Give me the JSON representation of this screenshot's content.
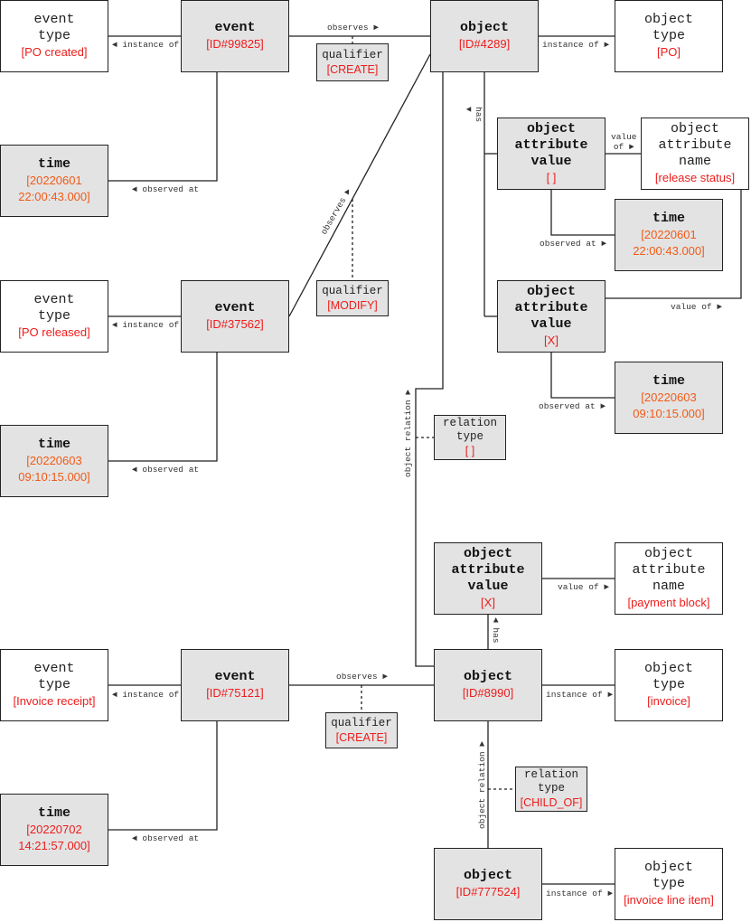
{
  "boxes": {
    "et_po_created": {
      "title": "event\ntype",
      "value": "[PO created]"
    },
    "ev_99825": {
      "title": "event",
      "value": "[ID#99825]"
    },
    "obj_4289": {
      "title": "object",
      "value": "[ID#4289]"
    },
    "ot_po": {
      "title": "object\ntype",
      "value": "[PO]"
    },
    "q_create_1": {
      "title": "qualifier",
      "value": "[CREATE]"
    },
    "time_1": {
      "title": "time",
      "value": "[20220601\n22:00:43.000]"
    },
    "oav_1": {
      "title": "object\nattribute\nvalue",
      "value": "[ ]"
    },
    "oan_release": {
      "title": "object\nattribute\nname",
      "value": "[release status]"
    },
    "time_oav_1": {
      "title": "time",
      "value": "[20220601\n22:00:43.000]"
    },
    "q_modify": {
      "title": "qualifier",
      "value": "[MODIFY]"
    },
    "et_po_released": {
      "title": "event\ntype",
      "value": "[PO released]"
    },
    "ev_37562": {
      "title": "event",
      "value": "[ID#37562]"
    },
    "oav_2": {
      "title": "object\nattribute\nvalue",
      "value": "[X]"
    },
    "time_oav_2": {
      "title": "time",
      "value": "[20220603\n09:10:15.000]"
    },
    "time_2": {
      "title": "time",
      "value": "[20220603\n09:10:15.000]"
    },
    "rt_1": {
      "title": "relation\ntype",
      "value": "[ ]"
    },
    "oav_3": {
      "title": "object\nattribute\nvalue",
      "value": "[X]"
    },
    "oan_payment": {
      "title": "object\nattribute\nname",
      "value": "[payment block]"
    },
    "et_invoice_receipt": {
      "title": "event\ntype",
      "value": "[Invoice receipt]"
    },
    "ev_75121": {
      "title": "event",
      "value": "[ID#75121]"
    },
    "obj_8990": {
      "title": "object",
      "value": "[ID#8990]"
    },
    "ot_invoice": {
      "title": "object\ntype",
      "value": "[invoice]"
    },
    "q_create_2": {
      "title": "qualifier",
      "value": "[CREATE]"
    },
    "rt_child": {
      "title": "relation\ntype",
      "value": "[CHILD_OF]"
    },
    "time_3": {
      "title": "time",
      "value": "[20220702\n14:21:57.000]"
    },
    "obj_777524": {
      "title": "object",
      "value": "[ID#777524]"
    },
    "ot_invoice_line": {
      "title": "object\ntype",
      "value": "[invoice line item]"
    }
  },
  "edge_labels": {
    "instance_of_1": "◄ instance of",
    "observes_1": "observes ►",
    "instance_of_2": "instance of ►",
    "observed_at_1": "◄ observed at",
    "has_1": "has\n▼",
    "value_of_1": "value\nof ►",
    "observed_at_oav_1": "observed at ►",
    "observes_2": "observes ►",
    "instance_of_3": "◄ instance of",
    "value_of_2": "value of ►",
    "observed_at_oav_2": "observed at ►",
    "object_relation_1": "object relation ►",
    "observed_at_2": "◄ observed at",
    "value_of_3": "value of ►",
    "has_2": "◄ has",
    "instance_of_4": "◄ instance of",
    "observes_3": "observes ►",
    "instance_of_5": "instance of ►",
    "object_relation_2": "object relation ►",
    "observed_at_3": "◄ observed at",
    "instance_of_6": "instance of ►"
  },
  "colors": {
    "value_red": "#ee1c1c",
    "value_orange": "#f25a16",
    "box_grey": "#e3e3e3",
    "line": "#222222"
  }
}
